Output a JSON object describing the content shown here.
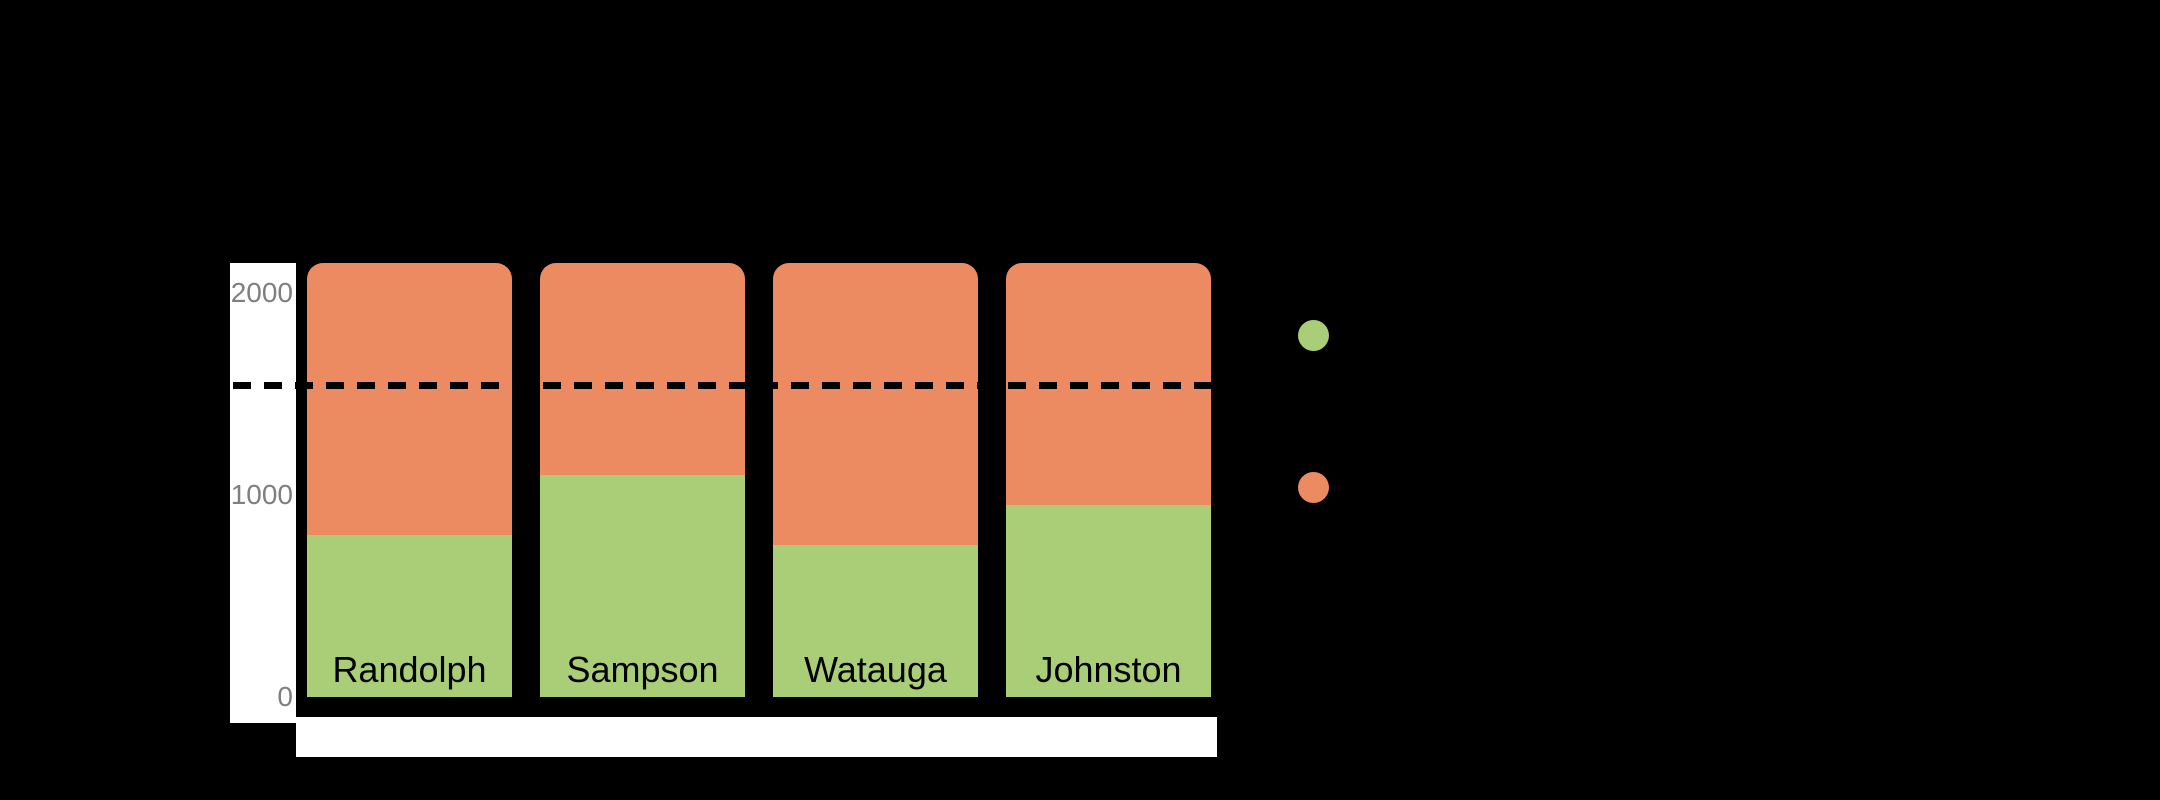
{
  "page": {
    "background_color": "#000000",
    "axis_area_background": "#FFFFFF"
  },
  "chart_data": {
    "type": "bar",
    "subtype": "stacked-vertical",
    "categories": [
      "Randolph",
      "Sampson",
      "Watauga",
      "Johnston"
    ],
    "series": [
      {
        "name": "green",
        "color": "#A9CE77",
        "values": [
          800,
          1100,
          750,
          950
        ]
      },
      {
        "name": "orange",
        "color": "#EC8B61",
        "values": [
          1350,
          1050,
          1400,
          1200
        ]
      }
    ],
    "bar_totals": [
      2150,
      2150,
      2150,
      2150
    ],
    "reference_line": {
      "style": "dashed",
      "color": "#000000",
      "value": 1540
    },
    "y_axis": {
      "range": [
        0,
        2150
      ],
      "ticks": [
        0,
        1000,
        2000
      ],
      "tick_labels": [
        "0",
        "1000",
        "2000"
      ],
      "tick_label_color": "#7F7F7F"
    },
    "category_label_position": "inside-bar-bottom",
    "category_label_color": "#000000",
    "grid": false,
    "legend": {
      "position": "right",
      "items": [
        {
          "swatch_color": "#A9CE77",
          "shape": "circle"
        },
        {
          "swatch_color": "#EC8B61",
          "shape": "circle"
        }
      ]
    }
  }
}
